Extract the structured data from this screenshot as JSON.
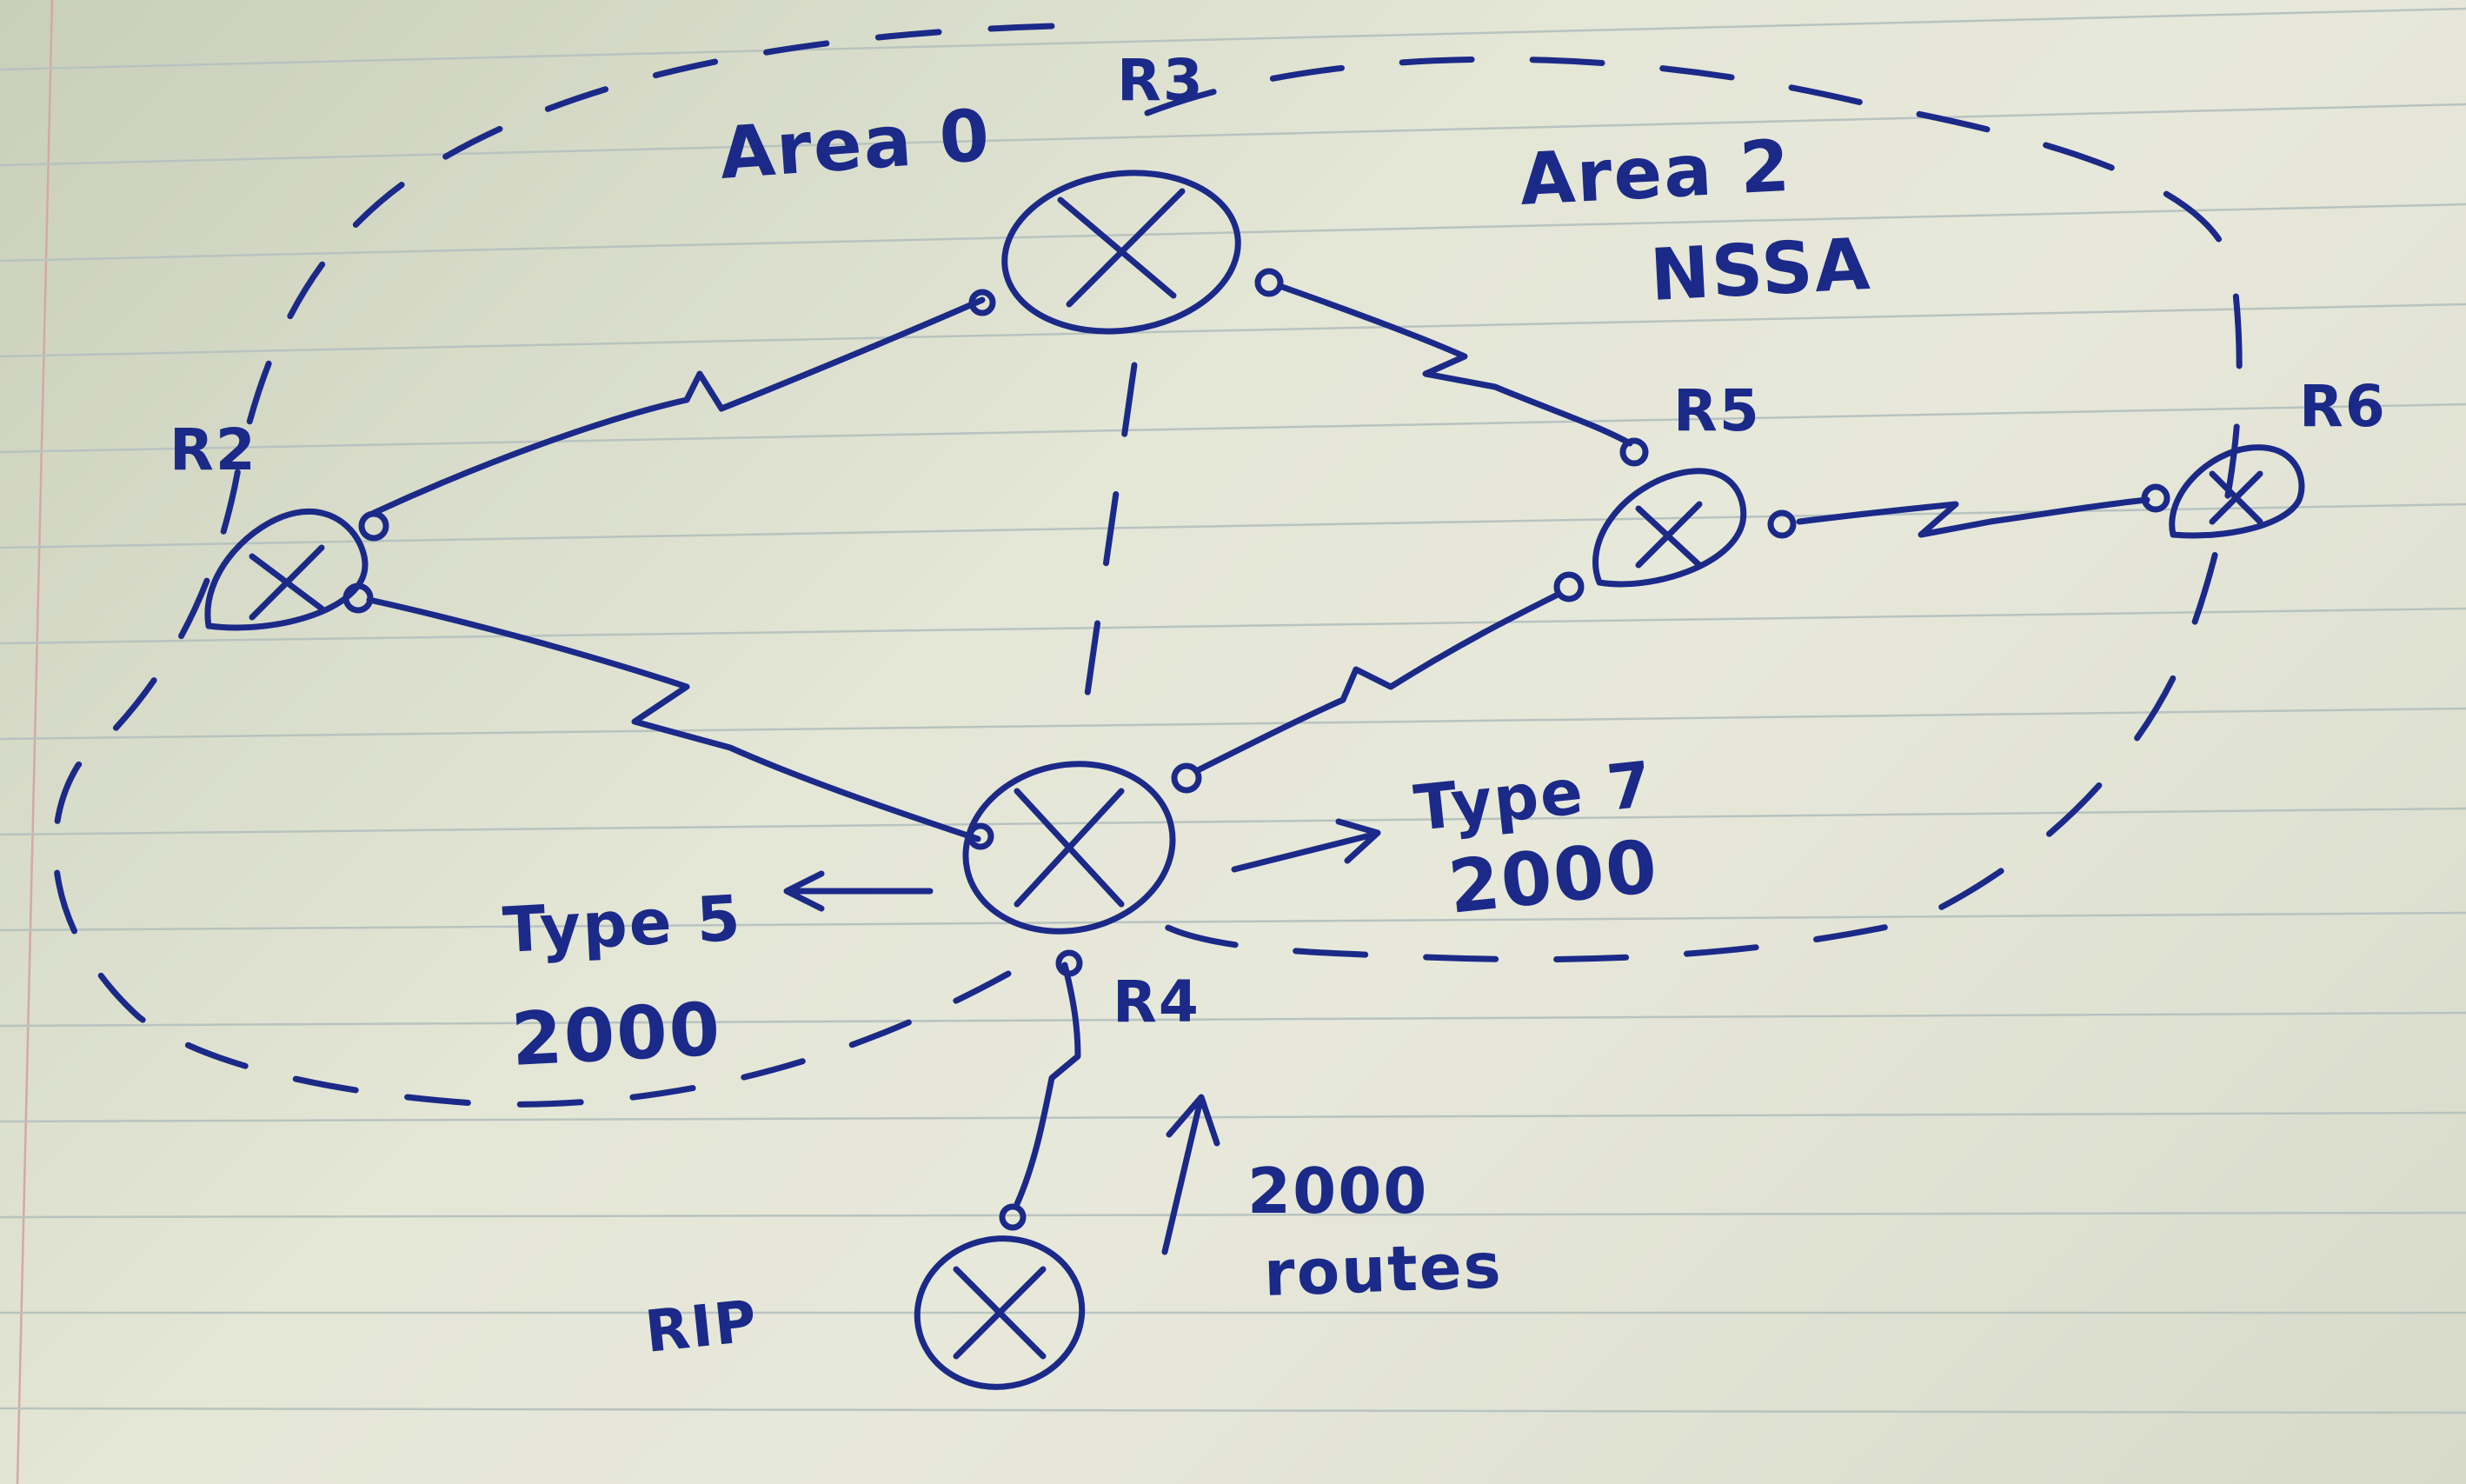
{
  "areas": [
    {
      "id": "area0",
      "lines": [
        "Area 0"
      ]
    },
    {
      "id": "area2",
      "lines": [
        "Area 2",
        "NSSA"
      ]
    }
  ],
  "routers": [
    {
      "id": "r2",
      "label": "R2"
    },
    {
      "id": "r3",
      "label": "R3"
    },
    {
      "id": "r4",
      "label": "R4"
    },
    {
      "id": "r5",
      "label": "R5"
    },
    {
      "id": "r6",
      "label": "R6"
    },
    {
      "id": "rip",
      "label": "RIP"
    }
  ],
  "annotations": [
    {
      "id": "type5",
      "lines": [
        "Type 5",
        "2000"
      ]
    },
    {
      "id": "type7",
      "lines": [
        "Type 7",
        "2000"
      ]
    },
    {
      "id": "routes",
      "lines": [
        "2000",
        "routes"
      ]
    }
  ],
  "links": [
    {
      "from": "r2",
      "to": "r3",
      "type": "serial"
    },
    {
      "from": "r2",
      "to": "r4",
      "type": "serial"
    },
    {
      "from": "r3",
      "to": "r5",
      "type": "serial"
    },
    {
      "from": "r4",
      "to": "r5",
      "type": "serial"
    },
    {
      "from": "r5",
      "to": "r6",
      "type": "serial"
    },
    {
      "from": "r4",
      "to": "rip",
      "type": "serial"
    }
  ],
  "colors": {
    "ink": "#1b2a88",
    "paper": "#e4e6d6"
  }
}
